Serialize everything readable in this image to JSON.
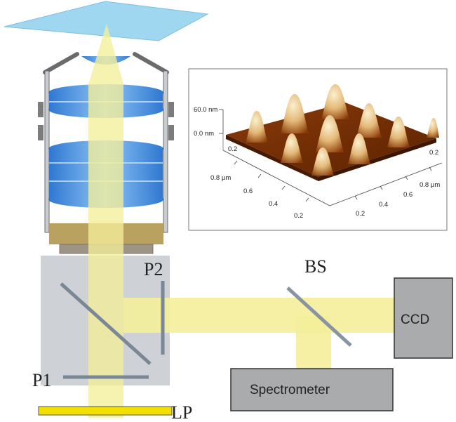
{
  "labels": {
    "bs": "BS",
    "p1": "P1",
    "p2": "P2",
    "ccd": "CCD",
    "spectrometer": "Spectrometer",
    "lp": "LP"
  },
  "afm_inset": {
    "z_ticks": [
      "60.0 nm",
      "0.0 nm"
    ],
    "left_axis_ticks": [
      "0.8 µm",
      "0.6",
      "0.4",
      "0.2"
    ],
    "right_axis_ticks": [
      "0.8 µm",
      "0.6",
      "0.4",
      "0.2"
    ],
    "back_left_tick": "0.2",
    "back_right_tick": "0.2"
  },
  "colors": {
    "beam": "#f4ee9a",
    "lens": "#3f86d8",
    "sample": "#9fd6f0",
    "cube": "#c5c9cf",
    "ccd_box": "#a9abad",
    "polarizer": "#f2e000",
    "plate": "#b9a160",
    "surface_dark": "#6a2a00",
    "surface_light": "#f3d9a2"
  }
}
